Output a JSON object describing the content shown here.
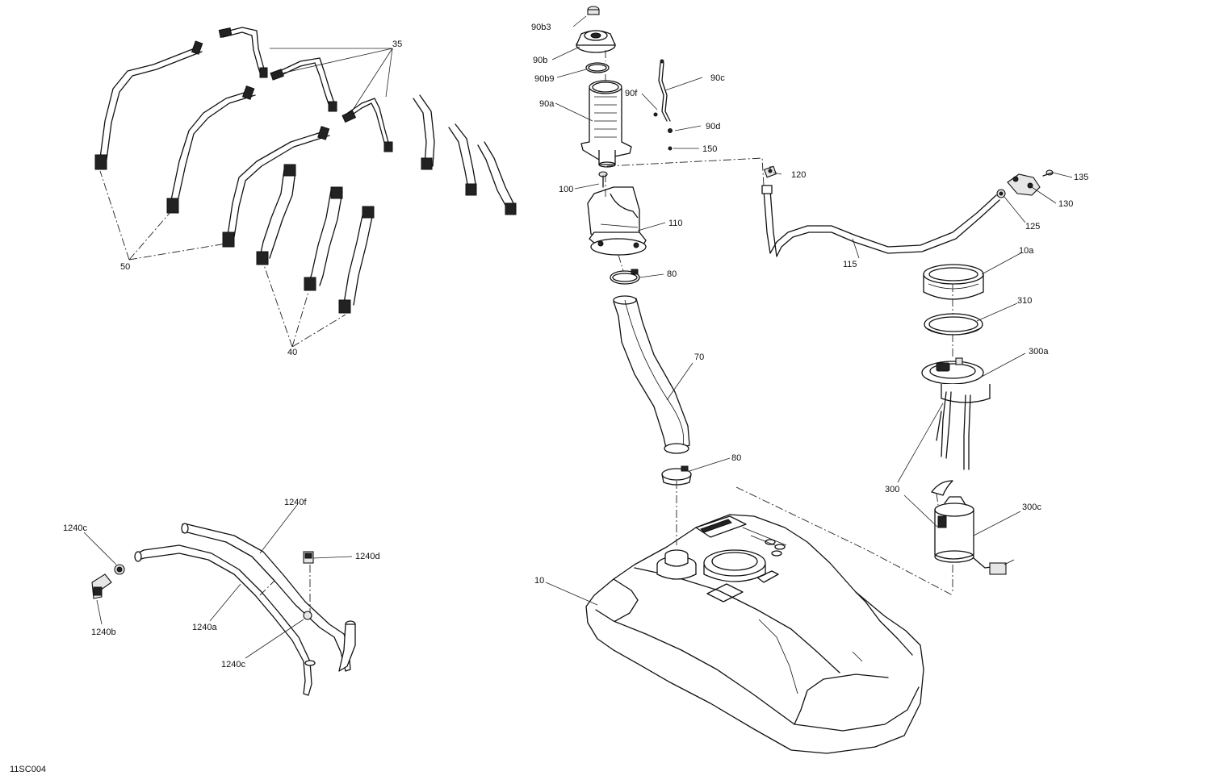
{
  "diagram_code": "11SC004",
  "callouts": {
    "c35": "35",
    "c50": "50",
    "c40": "40",
    "c90b3": "90b3",
    "c90b": "90b",
    "c90b9": "90b9",
    "c90a": "90a",
    "c90f": "90f",
    "c90c": "90c",
    "c90d": "90d",
    "c150": "150",
    "c100": "100",
    "c120": "120",
    "c110": "110",
    "c80_top": "80",
    "c70": "70",
    "c80_bottom": "80",
    "c115": "115",
    "c125": "125",
    "c130": "130",
    "c135": "135",
    "c10a": "10a",
    "c310": "310",
    "c300a": "300a",
    "c300": "300",
    "c300c": "300c",
    "c10": "10",
    "c1240f": "1240f",
    "c1240c_top": "1240c",
    "c1240d": "1240d",
    "c1240b": "1240b",
    "c1240a": "1240a",
    "c1240c_bottom": "1240c"
  }
}
